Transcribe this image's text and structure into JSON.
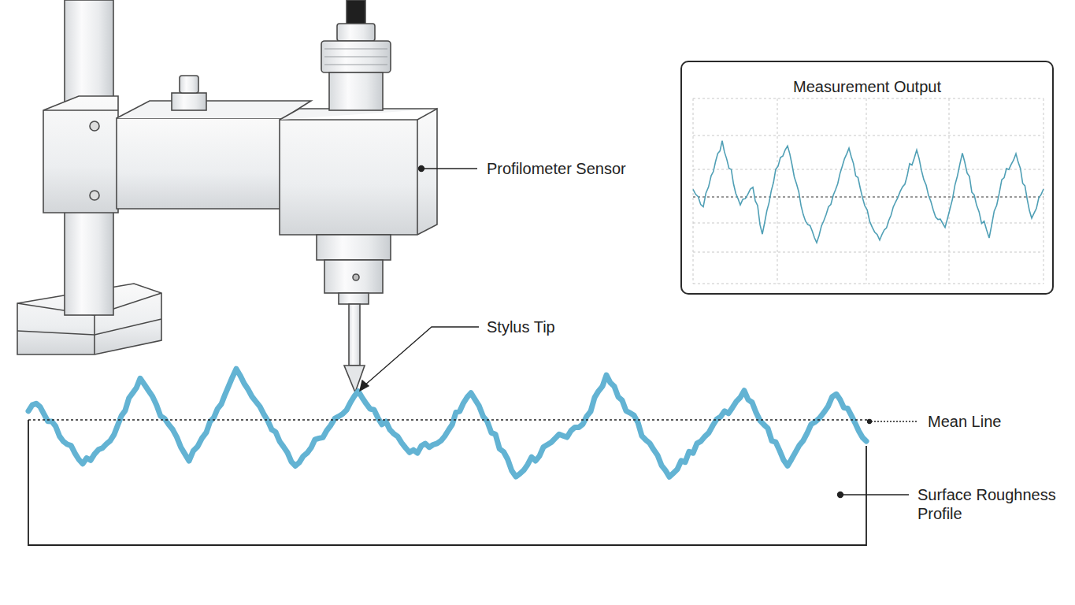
{
  "diagram": {
    "nodes": [
      {
        "text": [
          "Measurement Output"
        ]
      }
    ],
    "labels": [
      "Profilometer Sensor",
      "Stylus Tip",
      "Mean Line",
      "Surface Roughness Profile"
    ]
  }
}
